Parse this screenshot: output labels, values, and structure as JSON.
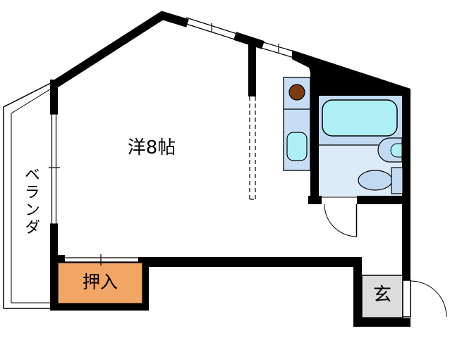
{
  "rooms": {
    "main_room": {
      "label": "洋8帖"
    },
    "veranda": {
      "label": "ベランダ"
    },
    "closet": {
      "label": "押入"
    },
    "entrance": {
      "label": "玄"
    }
  },
  "colors": {
    "wall_black": "#000000",
    "closet_orange": "#f1a666",
    "entrance_gray": "#dcdcdc",
    "fixture_light_blue": "#c7def6",
    "bath_upper_floor": "#c1daf2",
    "bath_lower_floor": "#ddebf9",
    "tub_cyan": "#aeeef5",
    "burner_brown": "#7a3b10",
    "background": "#ffffff"
  }
}
